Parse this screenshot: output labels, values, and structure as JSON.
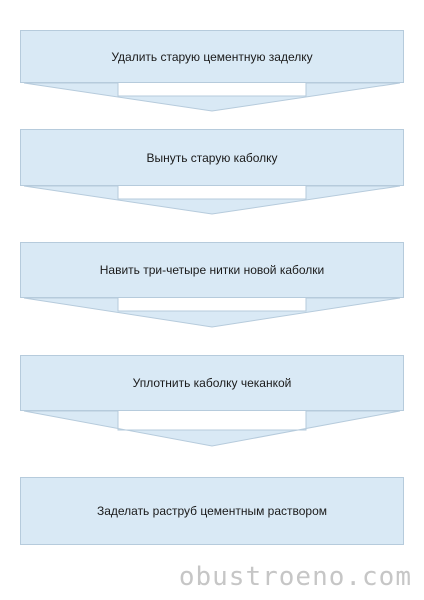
{
  "steps": [
    {
      "label": "Удалить старую цементную заделку"
    },
    {
      "label": "Вынуть старую каболку"
    },
    {
      "label": "Навить три-четыре нитки новой каболки"
    },
    {
      "label": "Уплотнить каболку чеканкой"
    },
    {
      "label": "Заделать раструб цементным раствором"
    }
  ],
  "colors": {
    "box_fill": "#d9e9f5",
    "box_border": "#b6cbdc",
    "arrow_fill": "#d9e9f5",
    "arrow_border": "#b6cbdc",
    "watermark": "#c6c6c6"
  },
  "watermark": {
    "text": "obustroeno.com"
  }
}
